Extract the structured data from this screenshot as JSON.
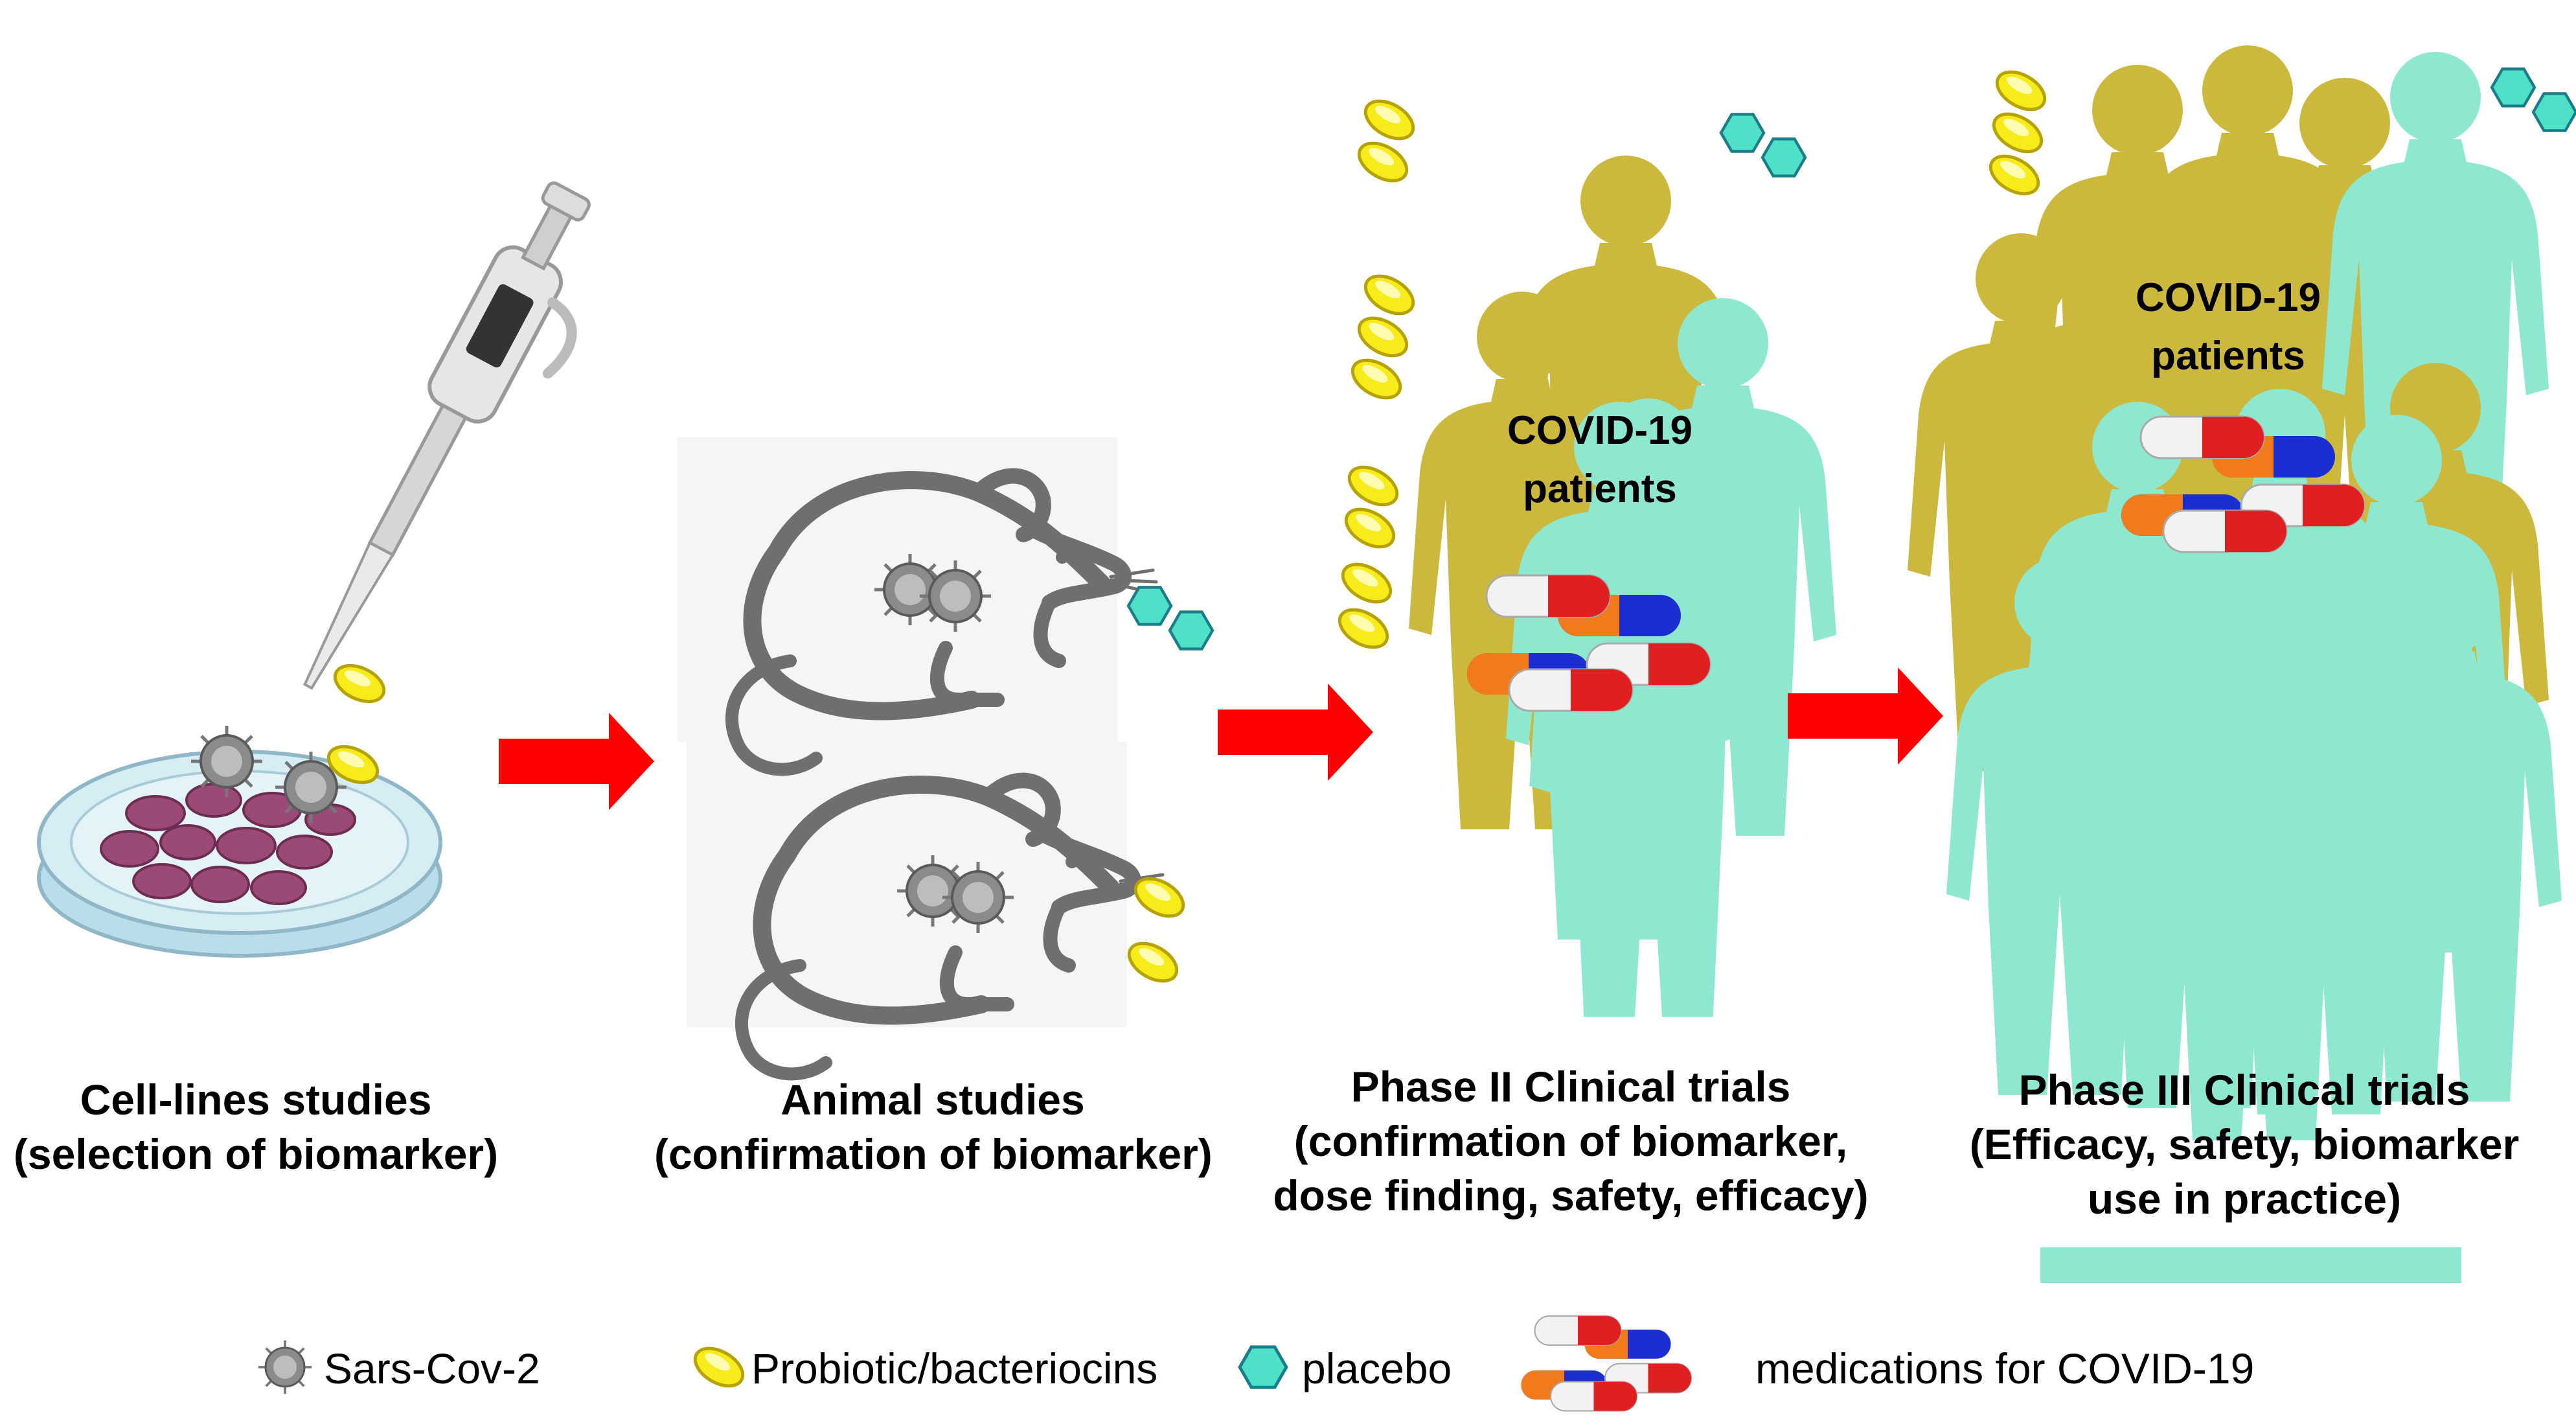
{
  "stages": [
    {
      "name": "cell-lines",
      "line1": "Cell-lines studies",
      "line2": "(selection of biomarker)"
    },
    {
      "name": "animal",
      "line1": "Animal studies",
      "line2": "(confirmation of biomarker)"
    },
    {
      "name": "phase-2",
      "line1": "Phase II Clinical trials",
      "line2": "(confirmation of biomarker,",
      "line3": "dose finding, safety, efficacy)"
    },
    {
      "name": "phase-3",
      "line1": "Phase III Clinical trials",
      "line2": "(Efficacy, safety, biomarker",
      "line3": "use in practice)"
    }
  ],
  "patients_label": {
    "line1": "COVID-19",
    "line2": "patients"
  },
  "legend": {
    "virus": "Sars-Cov-2",
    "probiotic": "Probiotic/bacteriocins",
    "placebo": "placebo",
    "medications": "medications for COVID-19"
  },
  "colors": {
    "arrow": "#ff0000",
    "probiotic": "#f2e600",
    "placebo": "#4fe0c8",
    "patient_group_a": "#cbb83c",
    "patient_group_b": "#8ee8cf",
    "cells": "#9b4a78"
  }
}
